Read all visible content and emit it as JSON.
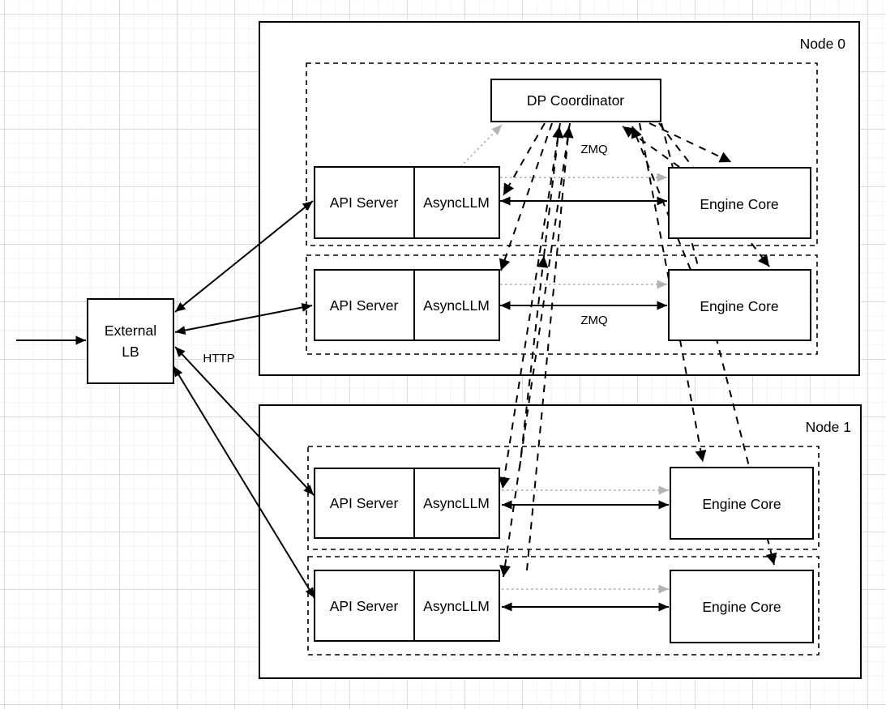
{
  "diagram": {
    "external_lb": {
      "line1": "External",
      "line2": "LB"
    },
    "dp_coordinator": {
      "label": "DP Coordinator"
    },
    "node0": {
      "label": "Node 0",
      "rows": [
        {
          "api": "API Server",
          "async": "AsyncLLM",
          "engine": "Engine Core"
        },
        {
          "api": "API Server",
          "async": "AsyncLLM",
          "engine": "Engine Core"
        }
      ]
    },
    "node1": {
      "label": "Node 1",
      "rows": [
        {
          "api": "API Server",
          "async": "AsyncLLM",
          "engine": "Engine Core"
        },
        {
          "api": "API Server",
          "async": "AsyncLLM",
          "engine": "Engine Core"
        }
      ]
    },
    "labels": {
      "http": "HTTP",
      "zmq_coordinator": "ZMQ",
      "zmq_row2": "ZMQ"
    },
    "colors": {
      "line": "#000000",
      "gray_link": "#b3b3b3",
      "box_fill": "#ffffff",
      "grid_minor": "#f2f2f4",
      "grid_major": "#dcdcdc"
    }
  }
}
